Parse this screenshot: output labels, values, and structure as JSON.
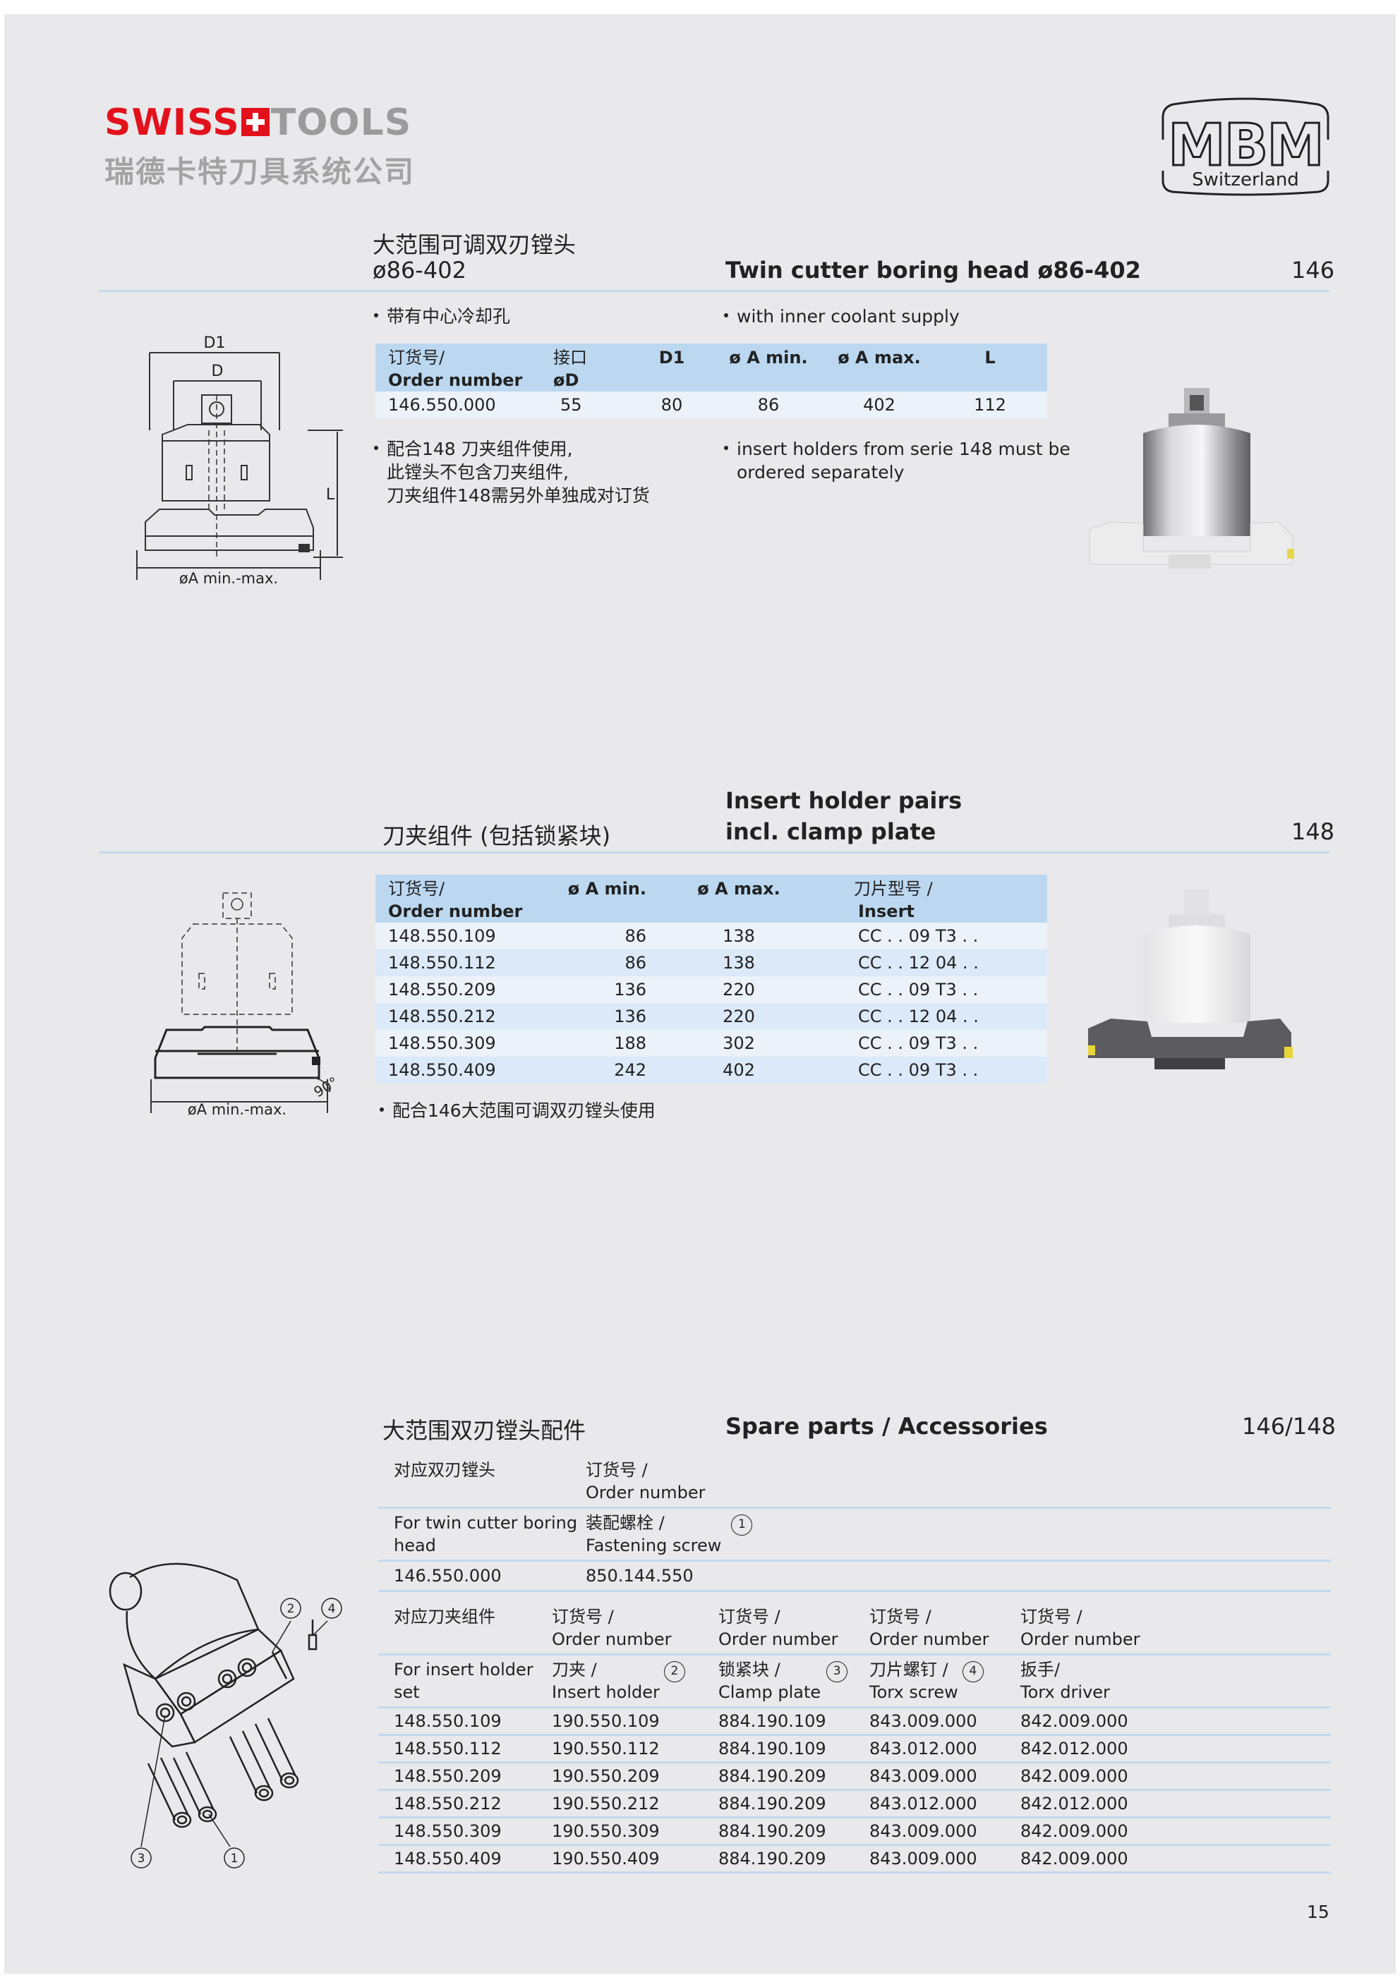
{
  "header": {
    "brand_swiss": "SWISS",
    "brand_tools": "TOOLS",
    "brand_cn": "瑞德卡特刀具系统公司",
    "mbm_logo_text": "MBM",
    "mbm_country": "Switzerland"
  },
  "section1": {
    "title_cn_line1": "大范围可调双刃镗头",
    "title_cn_line2": "ø86-402",
    "title_en": "Twin cutter boring head ø86-402",
    "number": "146",
    "note_cn": "带有中心冷却孔",
    "note_en": "with inner coolant supply",
    "headers": {
      "order_cn": "订货号/",
      "order_en": "Order number",
      "port_cn": "接口",
      "port_en": "øD",
      "d1": "D1",
      "amin": "ø A min.",
      "amax": "ø A max.",
      "l": "L"
    },
    "rows": [
      {
        "order": "146.550.000",
        "port": "55",
        "d1": "80",
        "amin": "86",
        "amax": "402",
        "l": "112"
      }
    ],
    "remark_cn": [
      "配合148 刀夹组件使用,",
      "此镗头不包含刀夹组件,",
      "刀夹组件148需另外单独成对订货"
    ],
    "remark_en": [
      "insert holders from serie 148 must be",
      "ordered separately"
    ],
    "drawing_labels": {
      "d1": "D1",
      "d": "D",
      "l": "L",
      "arange": "øA min.-max."
    }
  },
  "section2": {
    "title_cn": "刀夹组件 (包括锁紧块)",
    "title_en_line1": "Insert holder pairs",
    "title_en_line2": "incl. clamp plate",
    "number": "148",
    "headers": {
      "order_cn": "订货号/",
      "order_en": "Order number",
      "amin": "ø A min.",
      "amax": "ø A max.",
      "insert_cn": "刀片型号 /",
      "insert_en": "Insert"
    },
    "rows": [
      {
        "order": "148.550.109",
        "amin": "86",
        "amax": "138",
        "insert": "CC . .  09 T3 . ."
      },
      {
        "order": "148.550.112",
        "amin": "86",
        "amax": "138",
        "insert": "CC . .  12 04 . ."
      },
      {
        "order": "148.550.209",
        "amin": "136",
        "amax": "220",
        "insert": "CC . .  09 T3 . ."
      },
      {
        "order": "148.550.212",
        "amin": "136",
        "amax": "220",
        "insert": "CC . .  12 04 . ."
      },
      {
        "order": "148.550.309",
        "amin": "188",
        "amax": "302",
        "insert": "CC . .  09 T3 . ."
      },
      {
        "order": "148.550.409",
        "amin": "242",
        "amax": "402",
        "insert": "CC . .  09 T3 . ."
      }
    ],
    "remark_cn": "配合146大范围可调双刃镗头使用",
    "drawing_labels": {
      "arange": "øA min.-max.",
      "angle": "90°"
    }
  },
  "section3": {
    "title_cn": "大范围双刃镗头配件",
    "title_en": "Spare parts / Accessories",
    "number": "146/148",
    "table_a": {
      "h1_cn": "对应双刃镗头",
      "h2_cn": "订货号 /",
      "h2_en": "Order number",
      "s1_en_line1": "For twin cutter boring",
      "s1_en_line2": "head",
      "s2_cn": "装配螺栓 /",
      "s2_en": "Fastening screw",
      "s2_marker": "1",
      "rows": [
        {
          "boring_head": "146.550.000",
          "screw": "850.144.550"
        }
      ]
    },
    "table_b": {
      "h1_cn": "对应刀夹组件",
      "order_cn": "订货号 /",
      "order_en": "Order number",
      "s1_en_line1": "For insert holder",
      "s1_en_line2": "set",
      "s2_cn": "刀夹 /",
      "s2_en": "Insert holder",
      "s2_marker": "2",
      "s3_cn": "锁紧块 /",
      "s3_en": "Clamp plate",
      "s3_marker": "3",
      "s4_cn": "刀片螺钉 /",
      "s4_en": "Torx screw",
      "s4_marker": "4",
      "s5_cn": "扳手/",
      "s5_en": "Torx driver",
      "rows": [
        {
          "set": "148.550.109",
          "holder": "190.550.109",
          "clamp": "884.190.109",
          "screw": "843.009.000",
          "driver": "842.009.000"
        },
        {
          "set": "148.550.112",
          "holder": "190.550.112",
          "clamp": "884.190.109",
          "screw": "843.012.000",
          "driver": "842.012.000"
        },
        {
          "set": "148.550.209",
          "holder": "190.550.209",
          "clamp": "884.190.209",
          "screw": "843.009.000",
          "driver": "842.009.000"
        },
        {
          "set": "148.550.212",
          "holder": "190.550.212",
          "clamp": "884.190.209",
          "screw": "843.012.000",
          "driver": "842.012.000"
        },
        {
          "set": "148.550.309",
          "holder": "190.550.309",
          "clamp": "884.190.209",
          "screw": "843.009.000",
          "driver": "842.009.000"
        },
        {
          "set": "148.550.409",
          "holder": "190.550.409",
          "clamp": "884.190.209",
          "screw": "843.009.000",
          "driver": "842.009.000"
        }
      ]
    },
    "drawing_markers": [
      "1",
      "2",
      "3",
      "4"
    ]
  },
  "footer": {
    "page_number": "15"
  }
}
